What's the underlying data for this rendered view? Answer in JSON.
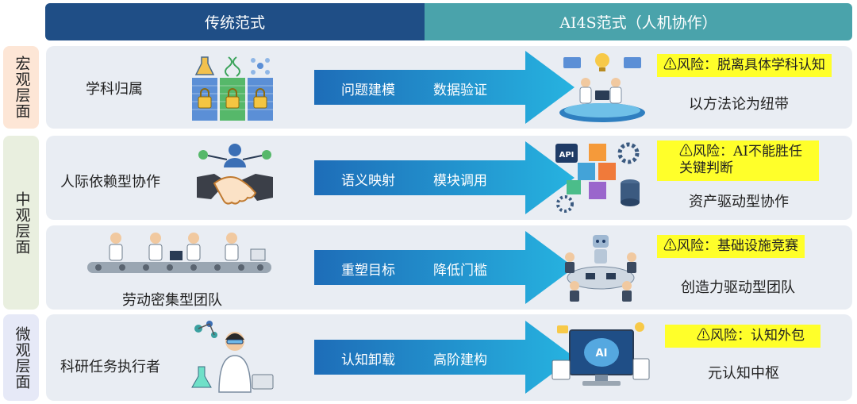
{
  "header": {
    "left": "传统范式",
    "right": "AI4S范式（人机协作）"
  },
  "levels": {
    "macro": "宏观层面",
    "meso": "中观层面",
    "micro": "微观层面"
  },
  "rows": [
    {
      "left": "学科归属",
      "arrow_a": "问题建模",
      "arrow_b": "数据验证",
      "risk": "⚠风险：脱离具体学科认知",
      "right": "以方法论为纽带"
    },
    {
      "left": "人际依赖型协作",
      "arrow_a": "语义映射",
      "arrow_b": "模块调用",
      "risk_l1": "⚠风险：AI不能胜任",
      "risk_l2": "关键判断",
      "right": "资产驱动型协作"
    },
    {
      "left": "劳动密集型团队",
      "arrow_a": "重塑目标",
      "arrow_b": "降低门槛",
      "risk": "⚠风险：基础设施竞赛",
      "right": "创造力驱动型团队"
    },
    {
      "left": "科研任务执行者",
      "arrow_a": "认知卸载",
      "arrow_b": "高阶建构",
      "risk": "⚠风险：认知外包",
      "right": "元认知中枢"
    }
  ],
  "icon_text": {
    "api": "API",
    "ai": "AI"
  },
  "colors": {
    "header_left": "#1f4e86",
    "header_right": "#4aa3ab",
    "risk": "#ffff2a",
    "arrow": "#1e9fd4"
  }
}
